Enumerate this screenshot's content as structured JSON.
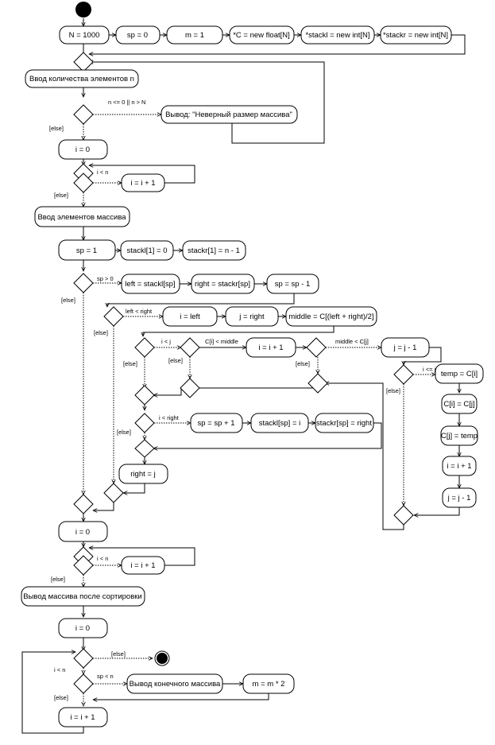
{
  "nodes": {
    "n_init": "N = 1000",
    "sp_init": "sp = 0",
    "m_init": "m = 1",
    "c_alloc": "*C = new float[N]",
    "stackl_alloc": "*stackl = new int[N]",
    "stackr_alloc": "*stackr = new int[N]",
    "input_n": "Ввод количества элементов n",
    "output_bad_size": "Вывод: \"Неверный размер массива\"",
    "i_zero_1": "i = 0",
    "i_inc_1": "i = i + 1",
    "input_elements": "Ввод элементов массива",
    "sp_one": "sp = 1",
    "stackl_1": "stackl[1] = 0",
    "stackr_1": "stackr[1] = n - 1",
    "left_assign": "left = stackl[sp]",
    "right_assign": "right = stackr[sp]",
    "sp_dec": "sp = sp - 1",
    "i_left": "i = left",
    "j_right": "j = right",
    "middle": "middle = C[(left + right)/2]",
    "i_inc_2": "i = i + 1",
    "j_dec_1": "j = j - 1",
    "temp": "temp = C[i]",
    "ci_cj": "C[i] = C[j]",
    "cj_temp": "C[j] = temp",
    "i_inc_3": "i = i + 1",
    "j_dec_2": "j = j - 1",
    "sp_inc": "sp = sp + 1",
    "stackl_sp": "stackl[sp] = i",
    "stackr_sp": "stackr[sp] = right",
    "right_j": "right = j",
    "i_zero_2": "i = 0",
    "i_inc_4": "i = i + 1",
    "output_sorted": "Вывод массива после сортировки",
    "i_zero_3": "i = 0",
    "output_final": "Вывод конечного массива",
    "m_double": "m = m * 2",
    "i_inc_5": "i = i + 1"
  },
  "guards": {
    "g_bad_n": "n <= 0 || n > N",
    "g_else_1": "[else]",
    "g_i_lt_n_1": "i < n",
    "g_else_2": "[else]",
    "g_sp_gt_0": "sp > 0",
    "g_else_3": "[else]",
    "g_left_lt_right": "left < right",
    "g_else_4": "[else]",
    "g_i_lt_j": "i < j",
    "g_else_5": "[else]",
    "g_ci_lt_middle": "C[i] < middle",
    "g_else_6": "[else]",
    "g_middle_lt_cj": "middle < C[j]",
    "g_else_7": "[else]",
    "g_i_le_j": "i <= j",
    "g_else_8": "[else]",
    "g_i_lt_right": "i < right",
    "g_else_9": "[else]",
    "g_i_lt_n_2": "i < n",
    "g_else_10": "[else]",
    "g_else_11": "[else]",
    "g_i_lt_n_3": "i < n",
    "g_sp_lt_n": "sp < n",
    "g_else_12": "[else]"
  }
}
